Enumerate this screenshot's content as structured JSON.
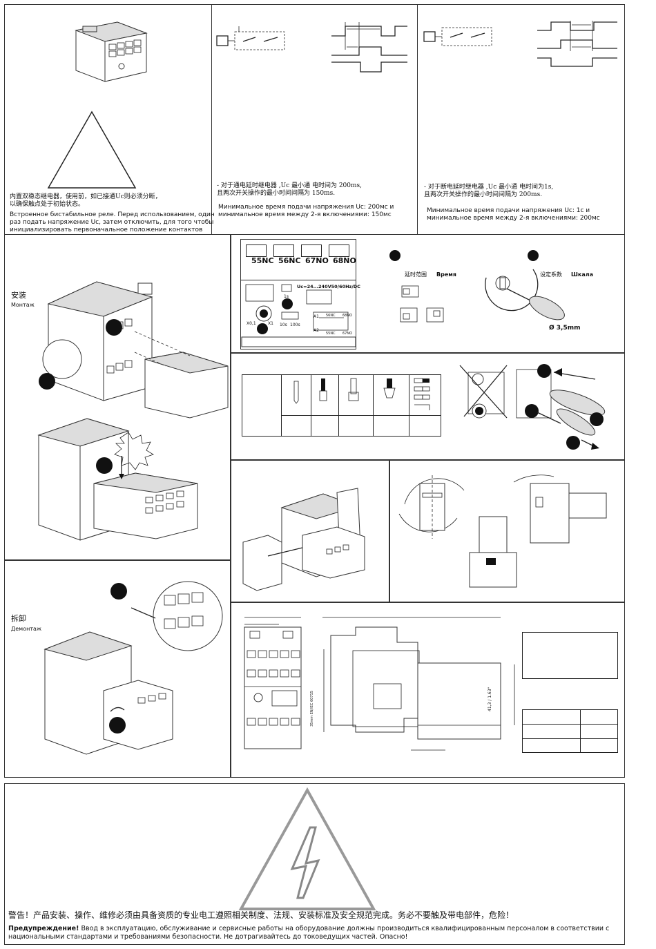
{
  "top": {
    "p1": {
      "cn": "内置双稳态继电器，使用前，如已接通Uc则必须分断，\n以确保触点处于初始状态。",
      "ru": "Встроенное бистабильное реле. Перед использованием, один\nраз подать напряжение Uc, затем отключить, для того чтобы\nинициализировать первоначальное положение контактов"
    },
    "p2": {
      "cn": "- 对于通电延时继电器 ,Uc 最小通 电时间为 200ms,\n  且两次开关操作的最小时间间隔为 150ms.",
      "ru": "Минимальное время подачи напряжения Uc: 200мс и\nминимальное время между 2-я включениями: 150мс"
    },
    "p3": {
      "cn": "- 对于断电延时继电器 ,Uc 最小通 电时间为1s,\n  且两次开关操作的最小时间间隔为 200ms.",
      "ru": "Минимальное время подачи напряжения Uc: 1с и\nминимальное время между 2-я включениями: 200мс"
    }
  },
  "install": {
    "cn": "安装",
    "ru": "Монтаж"
  },
  "remove": {
    "cn": "拆卸",
    "ru": "Демонтаж"
  },
  "front": {
    "contacts": [
      "55NC",
      "56NC",
      "67NO",
      "68NO"
    ],
    "supply": "Uc=24...240V50/60Hz/DC",
    "dial": "X0,1",
    "dial_r": "X1",
    "s1": "1s",
    "s10": "10s",
    "s100": "100s",
    "a1": "A1",
    "a2": "A2",
    "t56": "56NC",
    "t68": "68NO",
    "t55": "55NC",
    "t67": "67NO",
    "rng_cn": "延时范围",
    "rng_ru": "Время",
    "scale_cn": "设定系数",
    "scale_ru": "Шкала",
    "screw": "Ø 3,5mm"
  },
  "rail": "35mm EN/IEC 60715",
  "dim": "41,3 / 1.63\"",
  "warning": {
    "cn": "警告！产品安装、操作、维修必须由具备资质的专业电工遵照相关制度、法规、安装标准及安全规范完成。务必不要触及带电部件，危险！",
    "ru_bold": "Предупреждение!",
    "ru": " Ввод в эксплуатацию, обслуживание и сервисные работы на оборудование должны производиться квалифицированным персоналом в соответствии с национальными стандартами и требованиями безопасности. Не дотрагивайтесь до токоведущих частей. Опасно!"
  }
}
